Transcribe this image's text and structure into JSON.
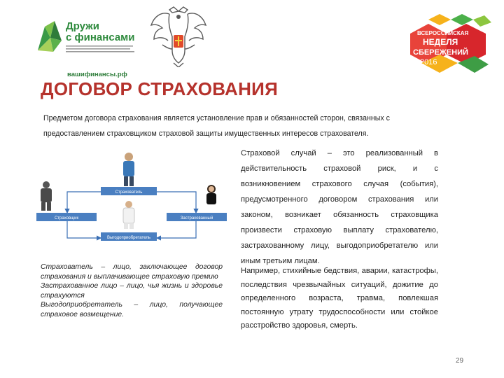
{
  "header": {
    "logo_druzhi": {
      "line1": "Дружи",
      "line2": "с финансами",
      "site": "вашифинансы.рф"
    },
    "emblem": {
      "icon": "double-headed-eagle-emblem-icon"
    },
    "week_logo": {
      "line1": "ВСЕРОССИЙСКАЯ",
      "line2": "НЕДЕЛЯ",
      "line3": "СБЕРЕЖЕНИЙ",
      "year": "2016"
    }
  },
  "title": "ДОГОВОР СТРАХОВАНИЯ",
  "definition": "Предметом договора страхования является установление прав и обязанностей сторон, связанных с предоставлением страховщиком страховой защиты имущественных интересов страхователя.",
  "case_definition": "Страховой случай – это реализованный в действительность страховой риск, и с возникновением страхового случая (события), предусмотренного договором страхования или законом, возникает обязанность страховщика произвести страховую выплату страхователю, застрахованному лицу, выгодоприобретателю или иным третьим лицам.",
  "examples": "Например, стихийные бедствия, аварии, катастрофы, последствия чрезвычайных ситуаций, дожитие до определенного возраста, травма, повлекшая постоянную утрату трудоспособности или стойкое расстройство здоровья, смерть.",
  "diagram": {
    "top_label": "Страхователь",
    "left_label": "Страховщик",
    "right_label": "Застрахованный",
    "bottom_label": "Выгодоприобретатель",
    "colors": {
      "box": "#4a7fc1",
      "arrow": "#3a6fb5"
    }
  },
  "roles": [
    "Страхователь – лицо, заключающее договор страхования и выплачивающее страховую премию",
    "Застрахованное лицо – лицо, чья жизнь и здоровье страхуются",
    "Выгодоприобретатель – лицо, получающее страховое возмещение."
  ],
  "page_number": "29",
  "colors": {
    "title": "#b5322c",
    "brand_green": "#2e8a3d"
  }
}
